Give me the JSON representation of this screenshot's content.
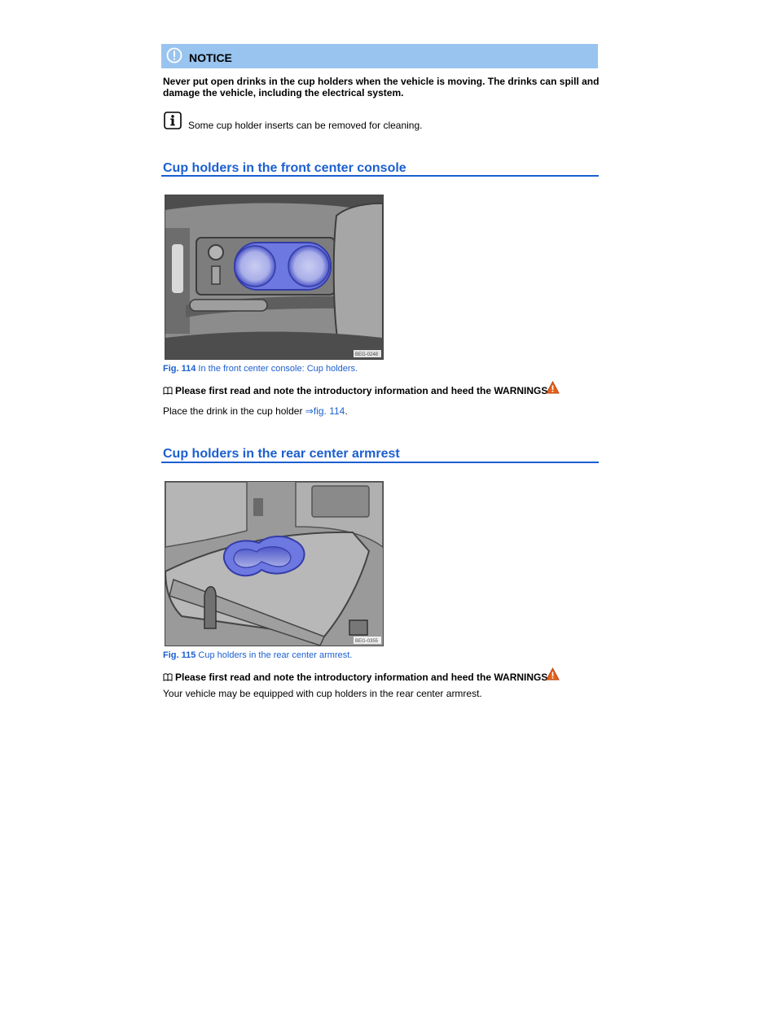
{
  "notice": {
    "title": "NOTICE",
    "text": "Never put open drinks in the cup holders when the vehicle is moving. The drinks can spill and damage the vehicle, including the electrical system."
  },
  "info_note": "Some cup holder inserts can be removed for cleaning.",
  "sections": [
    {
      "title": "Cup holders in the front center console",
      "figure_code": "BEG-0248",
      "caption_label": "Fig. 114",
      "caption_text": "In the front center console: Cup holders.",
      "read_line": "Please first read and note the introductory information and heed the WARNINGS",
      "body_prefix": "Place the drink in the cup holder",
      "body_arrow": "⇒",
      "body_link": "fig. 114",
      "body_suffix": "."
    },
    {
      "title": "Cup holders in the rear center armrest",
      "figure_code": "BEG-0355",
      "caption_label": "Fig. 115",
      "caption_text": "Cup holders in the rear center armrest.",
      "read_line": "Please first read and note the introductory information and heed the WARNINGS",
      "body_text": "Your vehicle may be equipped with cup holders in the rear center armrest."
    }
  ],
  "colors": {
    "notice_bar": "#99c4ef",
    "heading_blue": "#1b5fd1",
    "cupholder_highlight": "#6d78e0",
    "warning_orange": "#e8621a"
  },
  "icons": {
    "notice": "exclamation-circle-icon",
    "info": "info-icon",
    "book": "book-icon",
    "warning": "warning-triangle-icon"
  }
}
